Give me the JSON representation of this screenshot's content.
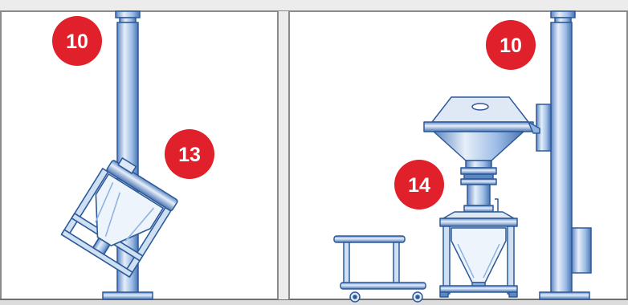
{
  "badges": {
    "left_top": "10",
    "left_mid": "13",
    "right_top": "10",
    "right_mid": "14"
  },
  "colors": {
    "badge": "#e0202a",
    "steel_light": "#dfe9f5",
    "steel_mid": "#8fb4e0",
    "steel_dark": "#2d5a9a",
    "frame": "#7b7b7b",
    "floor": "#6f6f6f"
  }
}
